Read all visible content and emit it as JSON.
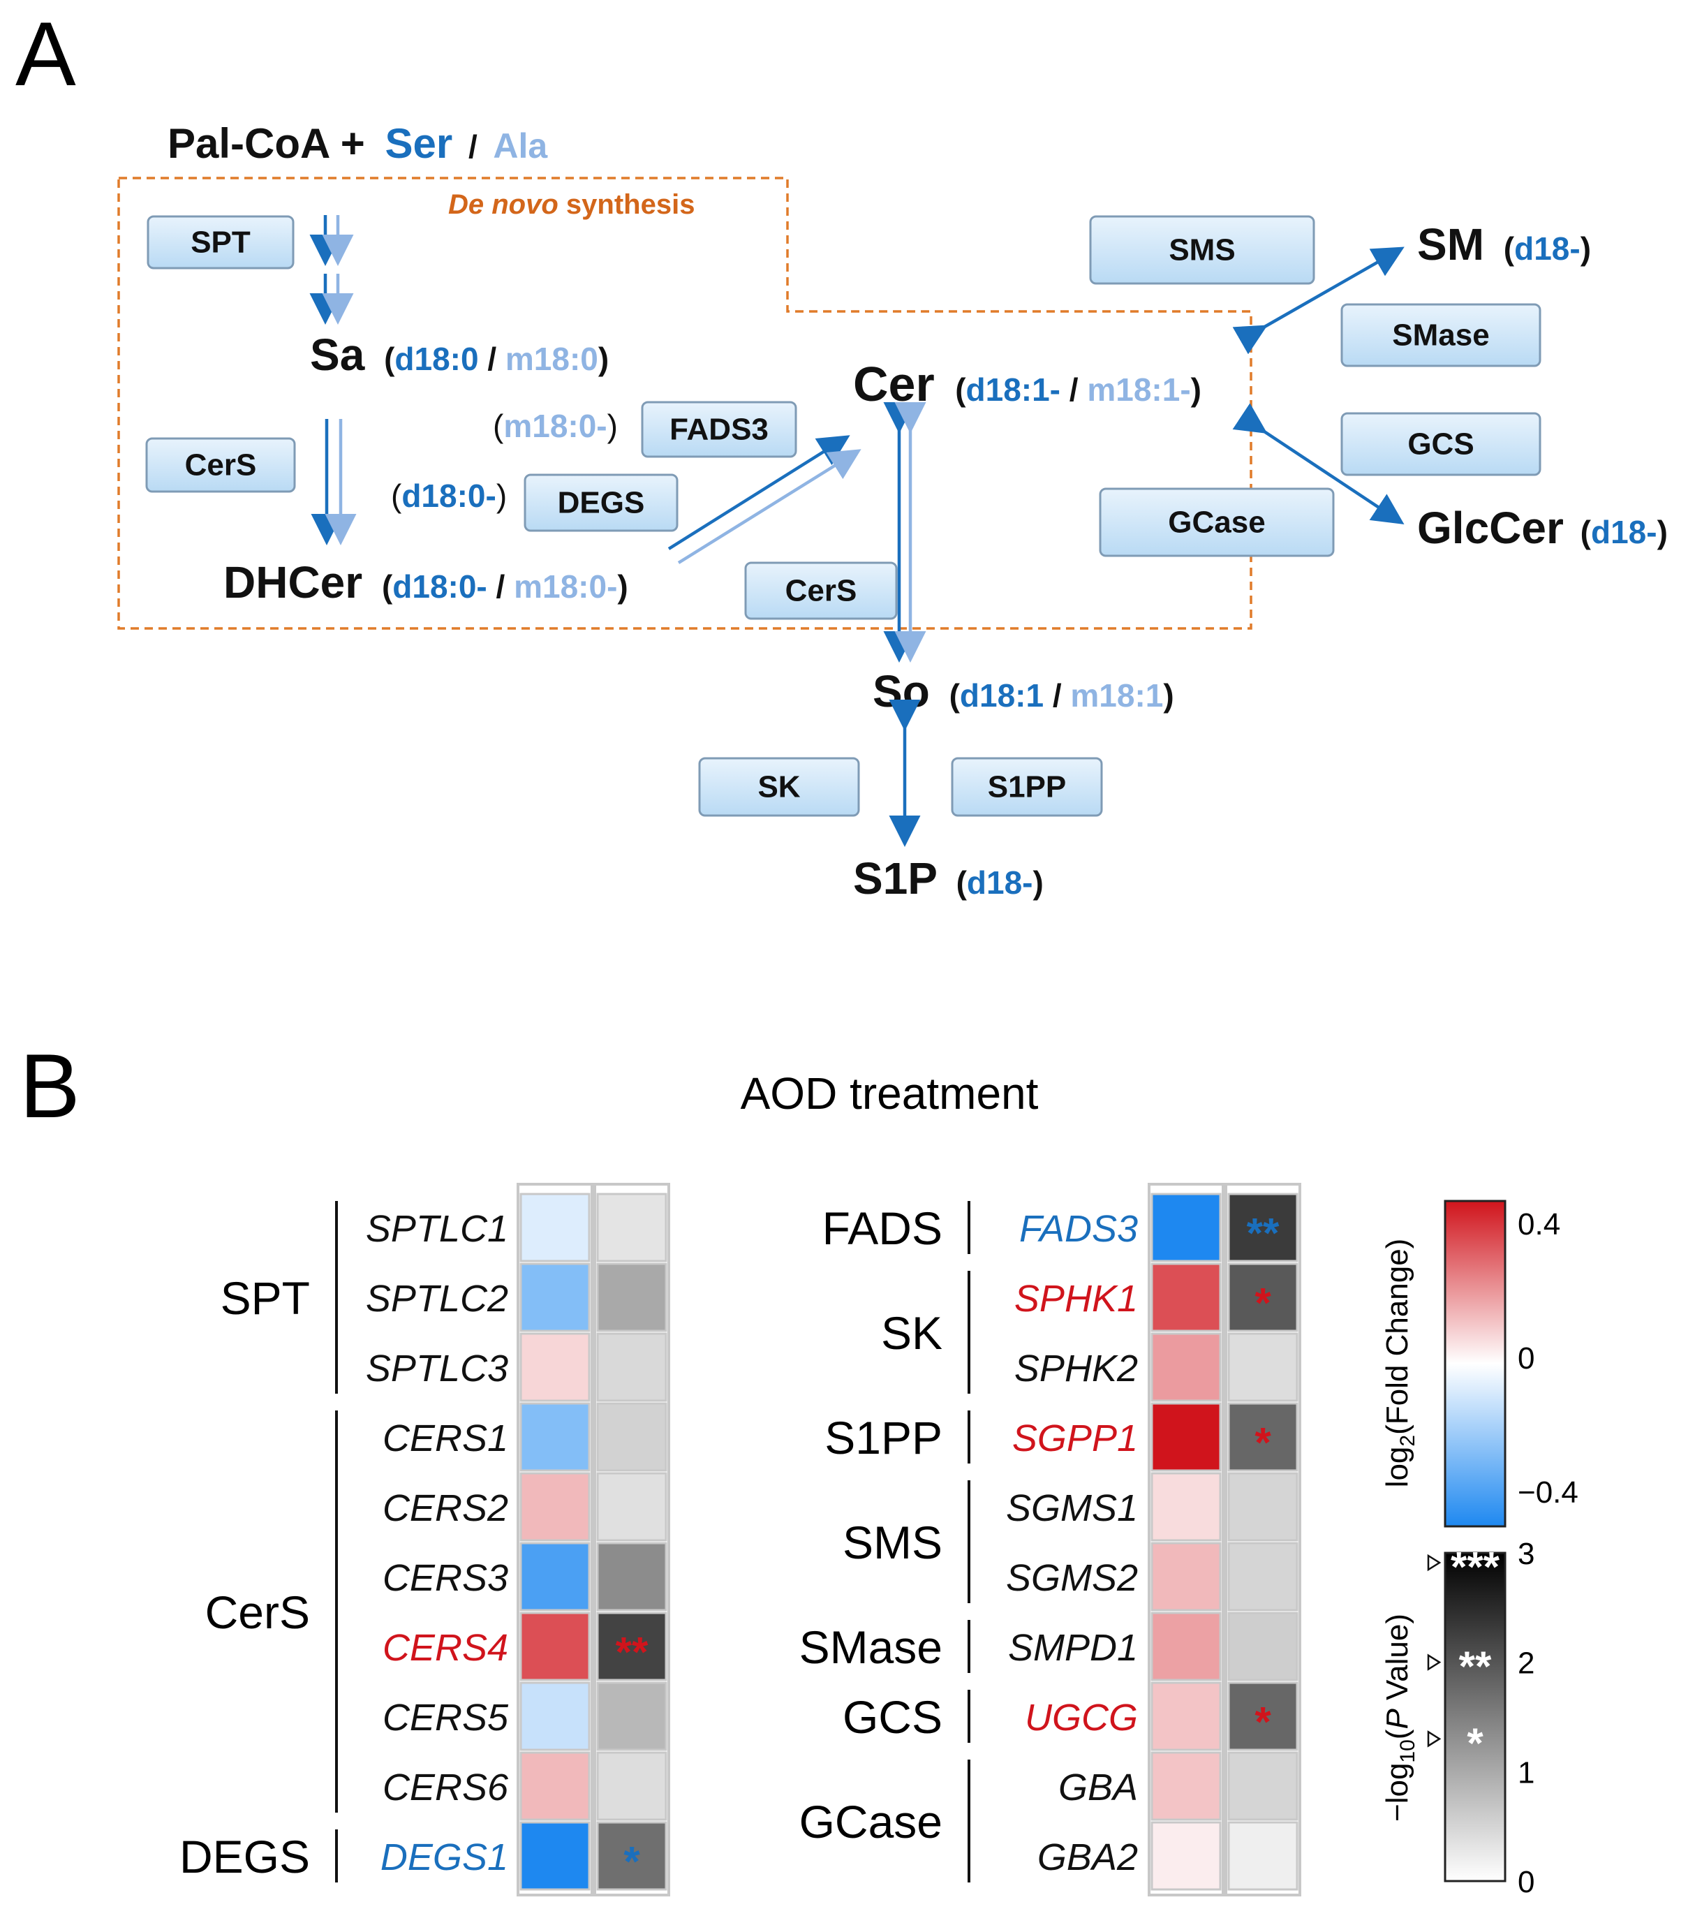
{
  "panel_a": {
    "label": "A",
    "top_substrate": {
      "main": "Pal-CoA +",
      "ser": "Ser",
      "sep": "/",
      "ala": "Ala"
    },
    "de_novo_label": {
      "italic": "De novo",
      "rest": " synthesis"
    },
    "enzymes": {
      "spt": "SPT",
      "cers_left": "CerS",
      "fads3": "FADS3",
      "degs": "DEGS",
      "cers_mid": "CerS",
      "sms": "SMS",
      "smase": "SMase",
      "gcs": "GCS",
      "gcase": "GCase",
      "sk": "SK",
      "s1pp": "S1PP"
    },
    "metabolites": {
      "sa": {
        "name": "Sa",
        "open": "(",
        "d": "d18:0",
        "sep": " / ",
        "m": "m18:0",
        "close": ")"
      },
      "dhcer": {
        "name": "DHCer",
        "open": "(",
        "d": "d18:0-",
        "sep": " / ",
        "m": "m18:0-",
        "close": ")"
      },
      "cer": {
        "name": "Cer",
        "open": "(",
        "d": "d18:1-",
        "sep": " / ",
        "m": "m18:1-",
        "close": ")"
      },
      "so": {
        "name": "So",
        "open": "(",
        "d": "d18:1",
        "sep": " / ",
        "m": "m18:1",
        "close": ")"
      },
      "s1p": {
        "name": "S1P",
        "open": "(",
        "d": "d18-",
        "close": ")"
      },
      "sm": {
        "name": "SM",
        "open": "(",
        "d": "d18-",
        "close": ")"
      },
      "glccer": {
        "name": "GlcCer",
        "open": "(",
        "d": "d18-",
        "close": ")"
      }
    },
    "substrate_notes": {
      "fads3": {
        "open": "(",
        "val": "m18:0-",
        "close": ")"
      },
      "degs": {
        "open": "(",
        "val": "d18:0-",
        "close": ")"
      }
    }
  },
  "panel_b": {
    "label": "B",
    "title": "AOD treatment",
    "colors": {
      "red": "#d0141c",
      "blue": "#1a6fbd",
      "black": "#111111"
    },
    "left_groups": [
      {
        "name": "SPT",
        "genes": [
          {
            "gene": "SPTLC1",
            "fc": -0.06,
            "p": 0.3,
            "star": "",
            "color": "black"
          },
          {
            "gene": "SPTLC2",
            "fc": -0.22,
            "p": 1.1,
            "star": "",
            "color": "black"
          },
          {
            "gene": "SPTLC3",
            "fc": 0.07,
            "p": 0.45,
            "star": "",
            "color": "black"
          }
        ]
      },
      {
        "name": "CerS",
        "genes": [
          {
            "gene": "CERS1",
            "fc": -0.22,
            "p": 0.55,
            "star": "",
            "color": "black"
          },
          {
            "gene": "CERS2",
            "fc": 0.12,
            "p": 0.35,
            "star": "",
            "color": "black"
          },
          {
            "gene": "CERS3",
            "fc": -0.32,
            "p": 1.5,
            "star": "",
            "color": "black"
          },
          {
            "gene": "CERS4",
            "fc": 0.3,
            "p": 2.5,
            "star": "**",
            "color": "red"
          },
          {
            "gene": "CERS5",
            "fc": -0.1,
            "p": 0.9,
            "star": "",
            "color": "black"
          },
          {
            "gene": "CERS6",
            "fc": 0.12,
            "p": 0.4,
            "star": "",
            "color": "black"
          }
        ]
      },
      {
        "name": "DEGS",
        "genes": [
          {
            "gene": "DEGS1",
            "fc": -0.4,
            "p": 1.9,
            "star": "*",
            "color": "blue"
          }
        ]
      }
    ],
    "right_groups": [
      {
        "name": "FADS",
        "genes": [
          {
            "gene": "FADS3",
            "fc": -0.4,
            "p": 2.6,
            "star": "**",
            "color": "blue"
          }
        ]
      },
      {
        "name": "SK",
        "genes": [
          {
            "gene": "SPHK1",
            "fc": 0.3,
            "p": 2.2,
            "star": "*",
            "color": "red"
          },
          {
            "gene": "SPHK2",
            "fc": 0.17,
            "p": 0.4,
            "star": "",
            "color": "black"
          }
        ]
      },
      {
        "name": "S1PP",
        "genes": [
          {
            "gene": "SGPP1",
            "fc": 0.4,
            "p": 2.0,
            "star": "*",
            "color": "red"
          }
        ]
      },
      {
        "name": "SMS",
        "genes": [
          {
            "gene": "SGMS1",
            "fc": 0.06,
            "p": 0.5,
            "star": "",
            "color": "black"
          },
          {
            "gene": "SGMS2",
            "fc": 0.12,
            "p": 0.5,
            "star": "",
            "color": "black"
          }
        ]
      },
      {
        "name": "SMase",
        "genes": [
          {
            "gene": "SMPD1",
            "fc": 0.16,
            "p": 0.6,
            "star": "",
            "color": "black"
          }
        ]
      },
      {
        "name": "GCS",
        "genes": [
          {
            "gene": "UGCG",
            "fc": 0.1,
            "p": 2.0,
            "star": "*",
            "color": "red"
          }
        ]
      },
      {
        "name": "GCase",
        "genes": [
          {
            "gene": "GBA",
            "fc": 0.1,
            "p": 0.5,
            "star": "",
            "color": "black"
          },
          {
            "gene": "GBA2",
            "fc": 0.03,
            "p": 0.15,
            "star": "",
            "color": "black"
          }
        ]
      }
    ],
    "fc_scale": {
      "min": -0.4,
      "max": 0.4,
      "ticks": [
        "0.4",
        "0",
        "−0.4"
      ],
      "label_main": "log",
      "label_sub": "2",
      "label_rest": "(Fold Change)"
    },
    "p_scale": {
      "min": 0,
      "max": 3,
      "ticks": [
        "3",
        "2",
        "1",
        "0"
      ],
      "label_pre": "−log",
      "label_sub": "10",
      "label_open": "(",
      "label_p": "P",
      "label_rest": " Value)",
      "markers": [
        {
          "star": "***",
          "value": 3
        },
        {
          "star": "**",
          "value": 2
        },
        {
          "star": "*",
          "value": 1.3
        }
      ]
    }
  }
}
